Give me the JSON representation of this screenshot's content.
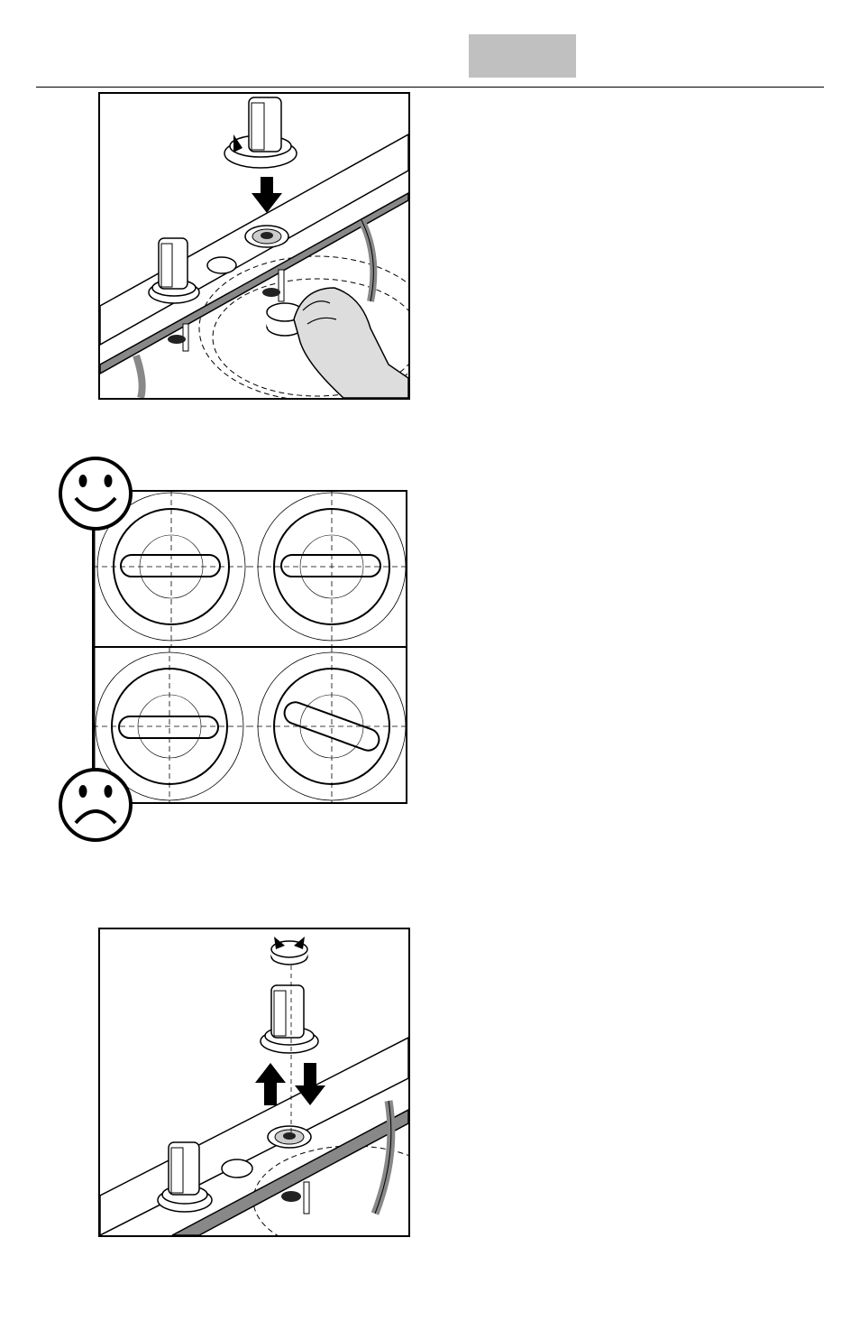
{
  "page": {
    "header_tab_color": "#c0c0c0",
    "rule_color": "#000000"
  },
  "figures": [
    {
      "icon": "handle-tightening-nut-icon",
      "panel": "step-install-handle"
    },
    {
      "icon": "handle-alignment-grid-icon",
      "panel": "alignment-check",
      "indicators": [
        "smiley-face-icon",
        "frowning-face-icon"
      ]
    },
    {
      "icon": "handle-remove-replace-icon",
      "panel": "step-adjust-handle"
    }
  ],
  "colors": {
    "line": "#000000",
    "fill_light": "#ffffff",
    "fill_gray": "#888888",
    "fill_dark": "#222222"
  }
}
